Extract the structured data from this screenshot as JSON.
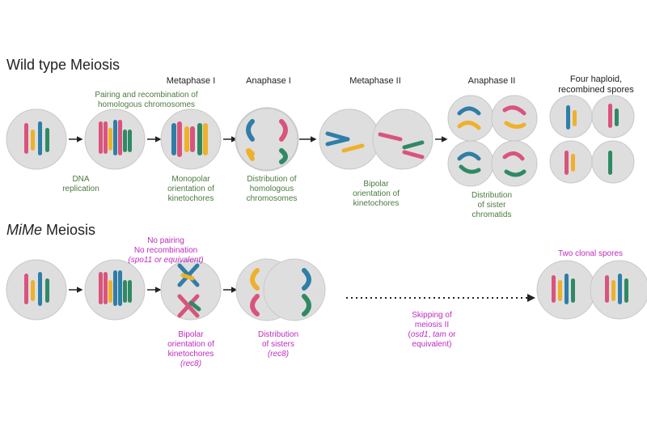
{
  "wild_type": {
    "title": "Wild type Meiosis",
    "headers": {
      "metaphase1": "Metaphase I",
      "anaphase1": "Anaphase I",
      "metaphase2": "Metaphase II",
      "anaphase2": "Anaphase II",
      "spores_line1": "Four haploid,",
      "spores_line2": "recombined spores"
    },
    "pairing_line1": "Pairing and recombination of",
    "pairing_line2": "homologous chromosomes",
    "dna_line1": "DNA",
    "dna_line2": "replication",
    "monopolar_line1": "Monopolar",
    "monopolar_line2": "orientation of",
    "monopolar_line3": "kinetochores",
    "dist_homologous_line1": "Distribution of",
    "dist_homologous_line2": "homologous",
    "dist_homologous_line3": "chromosomes",
    "bipolar_line1": "Bipolar",
    "bipolar_line2": "orientation of",
    "bipolar_line3": "kinetochores",
    "dist_sister_line1": "Distribution",
    "dist_sister_line2": "of sister",
    "dist_sister_line3": "chromatids"
  },
  "mime": {
    "title_italic": "MiMe",
    "title_rest": " Meiosis",
    "no_pairing": "No pairing",
    "no_recombination": "No recombination",
    "spo11": "(spo11 or equivalent)",
    "two_clonal": "Two clonal spores",
    "bipolar_line1": "Bipolar",
    "bipolar_line2": "orientation of",
    "bipolar_line3": "kinetochores",
    "rec8_a": "(rec8)",
    "dist_sisters_line1": "Distribution",
    "dist_sisters_line2": "of sisters",
    "rec8_b": "(rec8)",
    "skipping_line1": "Skipping of",
    "skipping_line2": "meiosis II",
    "osd1": "osd1",
    "comma": ", ",
    "tam": "tam",
    "or": " or",
    "equivalent": "equivalent)"
  },
  "colors": {
    "pink": "#d9547c",
    "blue": "#2f7ea8",
    "yellow": "#efb02a",
    "green": "#2f8a64",
    "cell": "#dedede",
    "cell_border": "#c8c8c8",
    "label_green": "#4a7a3e",
    "label_magenta": "#c02ac0"
  }
}
